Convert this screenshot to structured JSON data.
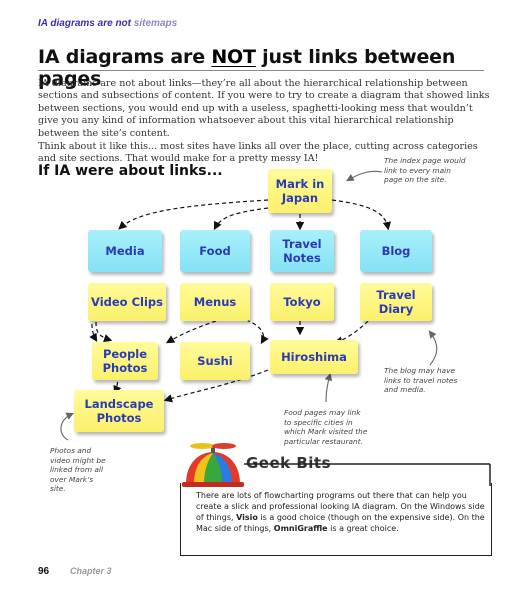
{
  "running_head": {
    "title": "IA diagrams are not",
    "subtitle": "sitemaps"
  },
  "title": {
    "part1": "IA diagrams are ",
    "emphasis": "NOT",
    "part2": " just links between pages"
  },
  "paragraph1": "IA diagrams are not about links—they’re all about the hierarchical relationship between sections and subsections of content. If you were to try to create a diagram that showed links between sections, you would end up with a useless, spaghetti-looking mess that wouldn’t give you any kind of information whatsoever about this vital hierarchical relationship between the site’s content.",
  "paragraph2": "Think about it like this... most sites have links all over the place, cutting across categories and site sections. That would make for a pretty messy IA!",
  "section_heading": "If IA were about links...",
  "nodes": {
    "mark_in_japan": "Mark in Japan",
    "media": "Media",
    "food": "Food",
    "travel_notes": "Travel Notes",
    "blog": "Blog",
    "video_clips": "Video Clips",
    "menus": "Menus",
    "tokyo": "Tokyo",
    "travel_diary": "Travel Diary",
    "people_photos": "People Photos",
    "sushi": "Sushi",
    "hiroshima": "Hiroshima",
    "landscape_photos": "Landscape Photos"
  },
  "annotations": {
    "index_page": "The index page would link to every main page on the site.",
    "blog_links": "The blog may have links to travel notes and media.",
    "food_pages": "Food pages may link to specific cities in which Mark visited the particular restaurant.",
    "photos_video": "Photos and video might be linked from all over Mark’s site."
  },
  "geek_bits": {
    "title": "Geek Bits",
    "text1": "There are lots of flowcharting programs out there that can help you create a slick and professional looking IA diagram. On the Windows side of things, ",
    "visio": "Visio",
    "text2": " is a good choice (though on the expensive side). On the Mac side of things, ",
    "omnigraffle": "OmniGraffle",
    "text3": " is a great choice."
  },
  "footer": {
    "page_number": "96",
    "chapter": "Chapter 3"
  },
  "colors": {
    "link_blue": "#2a3bb5",
    "sticky_yellow": "#fbf06a",
    "sticky_cyan": "#84e2f4",
    "running_head": "#3a2fb0"
  },
  "icons": [
    "propeller-beanie-icon"
  ]
}
